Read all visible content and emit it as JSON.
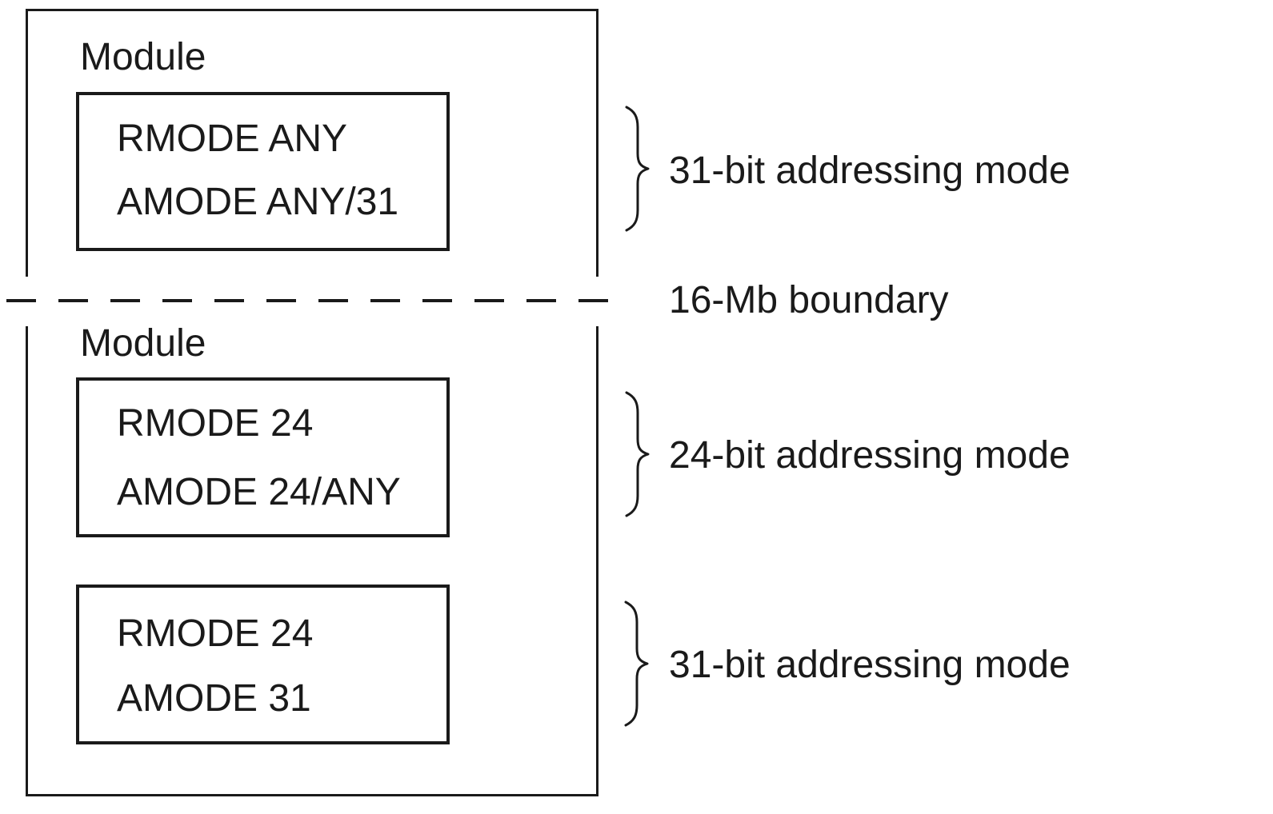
{
  "diagram": {
    "colors": {
      "ink": "#1a1a1a",
      "background": "#ffffff"
    },
    "upper_module": {
      "label": "Module",
      "inner_box": {
        "line1": "RMODE ANY",
        "line2": "AMODE ANY/31"
      }
    },
    "boundary": {
      "label": "16-Mb boundary"
    },
    "lower_module": {
      "label": "Module",
      "inner_box_top": {
        "line1": "RMODE 24",
        "line2": "AMODE 24/ANY"
      },
      "inner_box_bottom": {
        "line1": "RMODE 24",
        "line2": "AMODE 31"
      }
    },
    "annotations": [
      {
        "label": "31-bit addressing mode"
      },
      {
        "label": "24-bit addressing mode"
      },
      {
        "label": "31-bit addressing mode"
      }
    ]
  }
}
